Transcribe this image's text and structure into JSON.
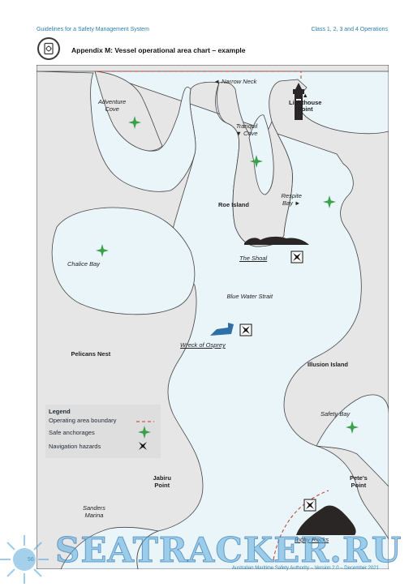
{
  "header": {
    "left": "Guidelines for a Safety Management System",
    "right": "Class 1, 2, 3 and 4 Operations"
  },
  "title": "Appendix M: Vessel operational area chart – example",
  "map": {
    "labels": {
      "adventure_cove": "Adventure\nCove",
      "narrow_neck": "◄ Narrow Neck",
      "lighthouse_point": "▲\nLighthouse\nPoint",
      "tranquil_cove": "Tranquil\n▼ Cove",
      "roe_island": "Roe Island",
      "respite_bay": "Respite\nBay ►",
      "chalice_bay": "Chalice Bay",
      "the_shoal": "The Shoal",
      "blue_water_strait": "Blue Water Strait",
      "wreck_of_osprey": "Wreck of Osprey",
      "pelicans_nest": "Pelicans Nest",
      "illusion_island": "Illusion Island",
      "safety_bay": "Safety Bay",
      "jabiru_point": "Jabiru\nPoint",
      "petes_point": "Pete's\nPoint",
      "sanders_marina": "Sanders\nMarina",
      "rigby_rocks": "Rigby Rocks"
    },
    "colors": {
      "land": "#e6e6e6",
      "water": "#eaf5fa",
      "boundary": "#c0392b",
      "anchorage": "#3aa04a",
      "rocks": "#2b2626",
      "wreck": "#2f6fa5"
    }
  },
  "legend": {
    "title": "Legend",
    "items": [
      {
        "label": "Operating area boundary",
        "icon": "dashed-line-icon"
      },
      {
        "label": "Safe anchorages",
        "icon": "anchorage-star-icon"
      },
      {
        "label": "Navigation hazards",
        "icon": "hazard-cross-icon"
      }
    ]
  },
  "footer": {
    "page_number": "56",
    "text": "Australian Maritime Safety Authority – Version 2.0 – December 2021"
  },
  "watermark": {
    "text": "SEATRACKER.RU",
    "icon": "sun-burst-icon"
  }
}
